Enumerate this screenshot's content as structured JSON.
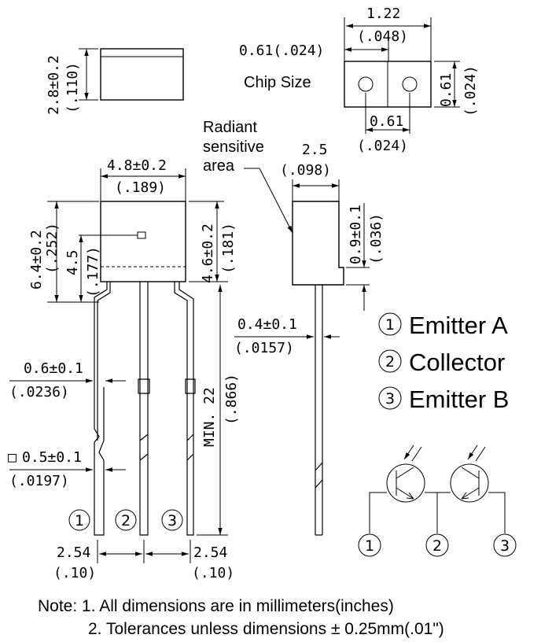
{
  "top_left": {
    "dim_value": "2.8±0.2",
    "dim_inch": "(.110)"
  },
  "chip": {
    "title": "Chip Size",
    "width_value": "1.22",
    "width_inch": "(.048)",
    "offset_value": "0.61(.024)",
    "height_value": "0.61",
    "height_inch": "(.024)",
    "pitch_value": "0.61",
    "pitch_inch": "(.024)"
  },
  "radiant": {
    "line1": "Radiant",
    "line2": "sensitive",
    "line3": "area"
  },
  "front": {
    "width_value": "4.8±0.2",
    "width_inch": "(.189)",
    "height_value": "6.4±0.2",
    "height_inch": "(.252)",
    "area_value": "4.5",
    "area_inch": "(.177)",
    "body_value": "4.6±0.2",
    "body_inch": "(.181)",
    "lead_w1_value": "0.6±0.1",
    "lead_w1_inch": "(.0236)",
    "lead_w2_prefix": "□",
    "lead_w2_value": "0.5±0.1",
    "lead_w2_inch": "(.0197)",
    "lead_len_value": "MIN. 22",
    "lead_len_inch": "(.866)",
    "pitch_left_value": "2.54",
    "pitch_left_inch": "(.10)",
    "pitch_right_value": "2.54",
    "pitch_right_inch": "(.10)"
  },
  "side": {
    "width_value": "2.5",
    "width_inch": "(.098)",
    "step_value": "0.9±0.1",
    "step_inch": "(.036)",
    "lead_value": "0.4±0.1",
    "lead_inch": "(.0157)"
  },
  "pins": [
    {
      "num": "1",
      "name": "Emitter A"
    },
    {
      "num": "2",
      "name": "Collector"
    },
    {
      "num": "3",
      "name": "Emitter B"
    }
  ],
  "schematic_pins": [
    "1",
    "2",
    "3"
  ],
  "notes": {
    "line1": "Note: 1. All dimensions are in millimeters(inches)",
    "line2": "2. Tolerances unless dimensions ± 0.25mm(.01\")"
  }
}
